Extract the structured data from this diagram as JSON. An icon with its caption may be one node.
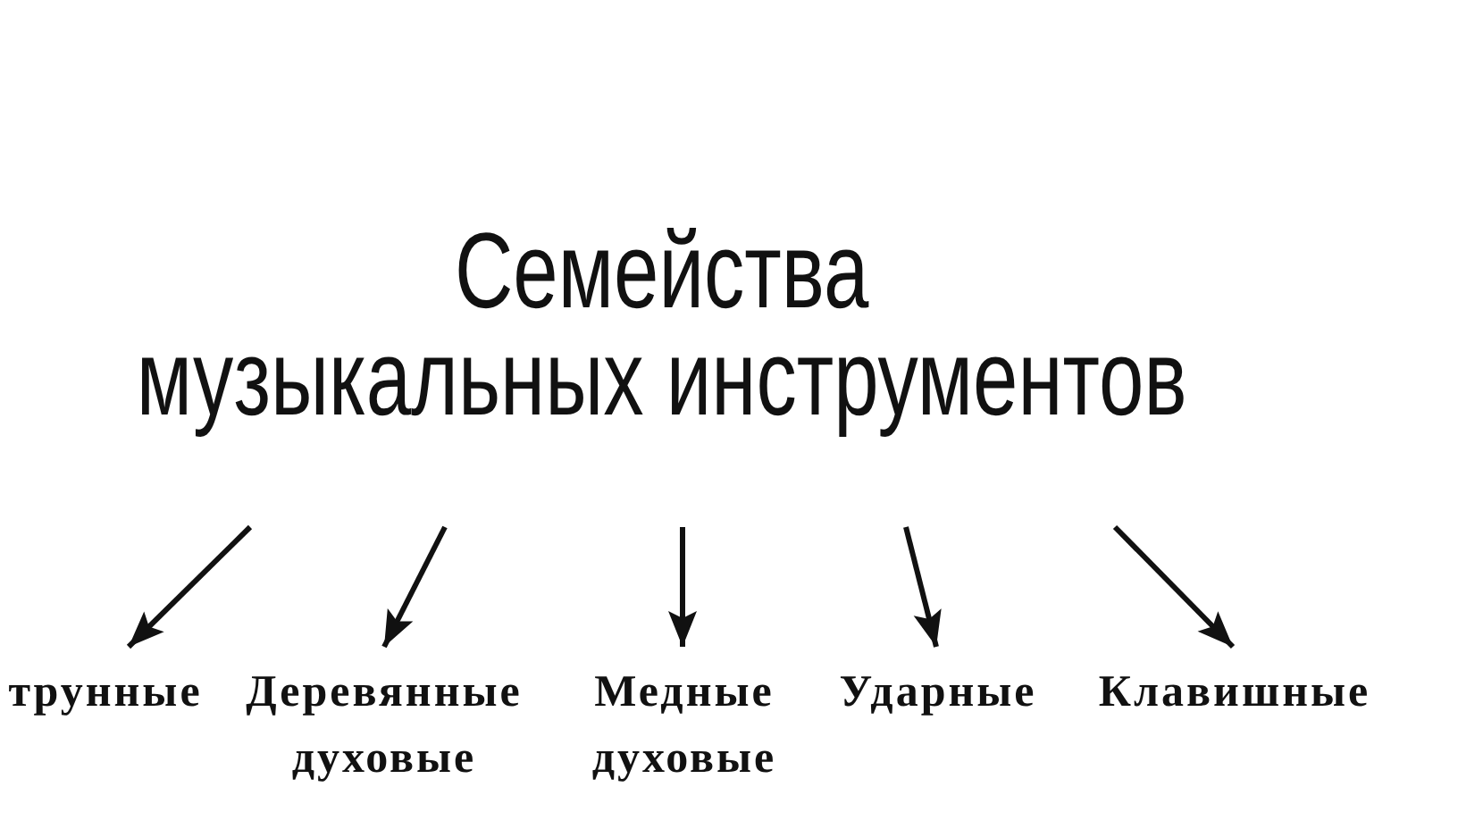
{
  "diagram": {
    "nodes": [
      {
        "text": [
          "Семейства музыкальных инструментов"
        ]
      },
      {
        "text": [
          "трунные"
        ]
      },
      {
        "text": [
          "Деревянные духовые"
        ]
      },
      {
        "text": [
          "Медные духовые"
        ]
      },
      {
        "text": [
          "Ударные"
        ]
      },
      {
        "text": [
          "Клавишные"
        ]
      }
    ],
    "edges": [
      {
        "from": 0,
        "to": 1,
        "arrow": "to"
      },
      {
        "from": 0,
        "to": 2,
        "arrow": "to"
      },
      {
        "from": 0,
        "to": 3,
        "arrow": "to"
      },
      {
        "from": 0,
        "to": 4,
        "arrow": "to"
      },
      {
        "from": 0,
        "to": 5,
        "arrow": "to"
      }
    ]
  }
}
